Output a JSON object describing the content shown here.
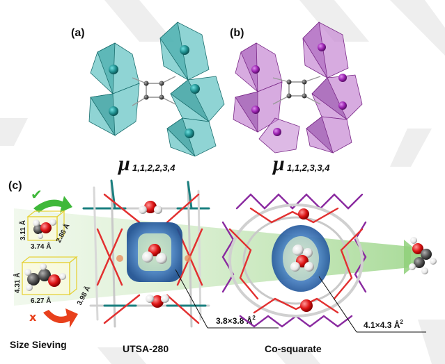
{
  "panel_labels": {
    "a": "(a)",
    "b": "(b)",
    "c": "(c)"
  },
  "coordination": {
    "a": {
      "symbol": "μ",
      "subscript": "1,1,2,2,3,4"
    },
    "b": {
      "symbol": "μ",
      "subscript": "1,1,2,3,3,4"
    }
  },
  "molecules": {
    "small": {
      "height": "3.11 Å",
      "width": "3.74 Å",
      "depth": "2.86 Å"
    },
    "large": {
      "height": "4.31 Å",
      "width": "6.27 Å",
      "depth": "3.98 Å"
    }
  },
  "pores": {
    "utsa": {
      "size": "3.8×3.8 Å",
      "exp": "2",
      "name": "UTSA-280"
    },
    "cosq": {
      "size": "4.1×4.3 Å",
      "exp": "2",
      "name": "Co-squarate"
    }
  },
  "sieving": {
    "check": "✔",
    "cross": "x",
    "label": "Size Sieving"
  },
  "colors": {
    "teal": "#2a9a9a",
    "magenta": "#b040c0",
    "accept": "#3fb83a",
    "reject": "#e8401c"
  }
}
